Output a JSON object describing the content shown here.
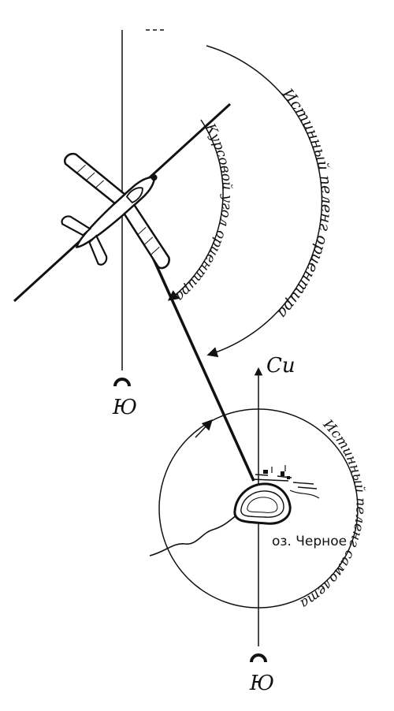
{
  "labels": {
    "true_bearing_landmark": "Истинный пеленг ориентира",
    "relative_bearing": "Курсовой угол ориентира",
    "true_bearing_aircraft": "Истинный пеленг самолета",
    "north": "Си",
    "south_top": "Ю",
    "south_bottom": "Ю",
    "lake": "оз. Черное"
  },
  "colors": {
    "ink": "#111111",
    "background": "#ffffff"
  }
}
